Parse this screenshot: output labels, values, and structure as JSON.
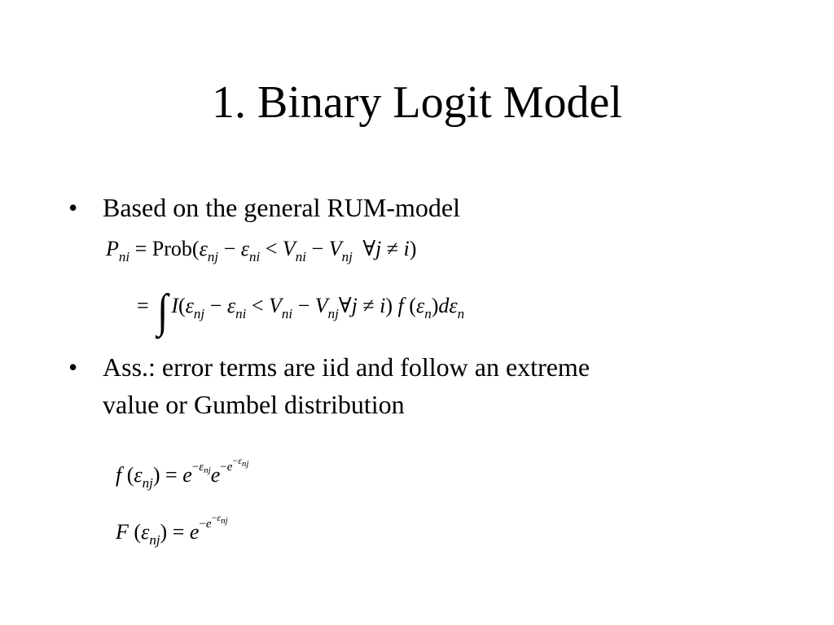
{
  "slide": {
    "title": "1. Binary Logit Model",
    "bullets": [
      {
        "marker": "•",
        "text": "Based on the general RUM-model"
      },
      {
        "marker": "•",
        "line1": "Ass.: error terms are iid and follow an extreme",
        "line2": "value or Gumbel distribution"
      }
    ],
    "equations": {
      "prob_eq": "P_ni = Prob(ε_nj − ε_ni < V_ni − V_nj ∀ j ≠ i)",
      "integral_eq": "= ∫ I(ε_nj − ε_ni < V_ni − V_nj ∀ j ≠ i) f(ε_n) dε_n",
      "pdf_eq": "f(ε_nj) = e^(−ε_nj) e^(−e^(−ε_nj))",
      "cdf_eq": "F(ε_nj) = e^(−e^(−ε_nj))"
    }
  }
}
